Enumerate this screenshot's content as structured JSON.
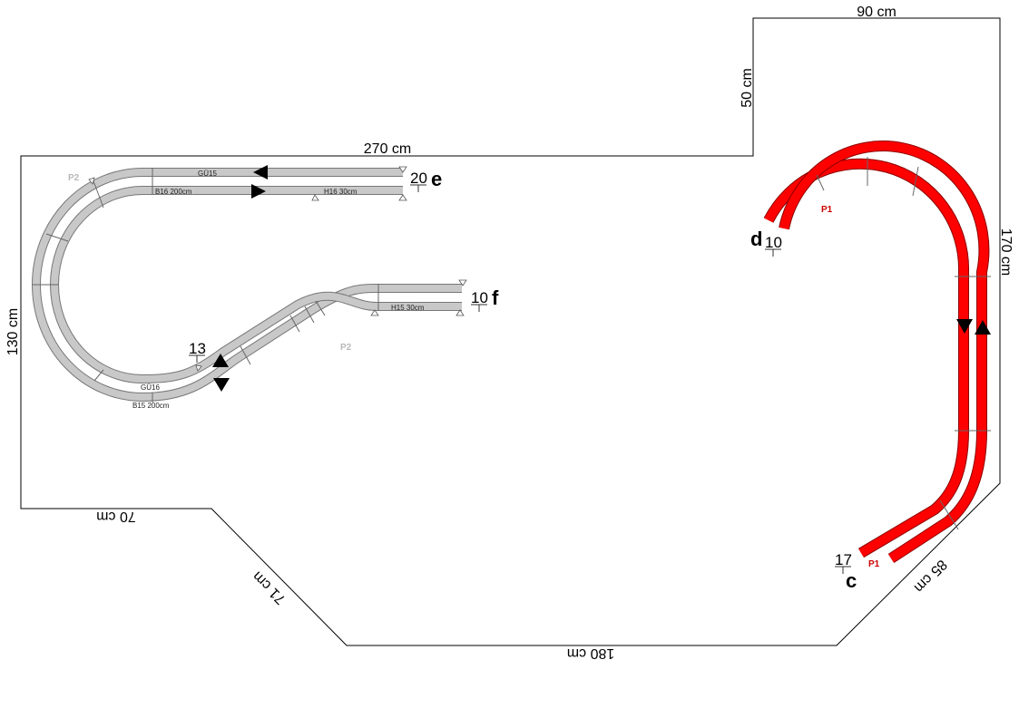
{
  "dimensions": {
    "top_left": "270 cm",
    "top_right": "90 cm",
    "step": "50 cm",
    "right": "170 cm",
    "diag_right": "85 cm",
    "bottom": "180 cm",
    "diag_left": "71 cm",
    "bottom_left": "70 cm",
    "left": "130 cm"
  },
  "track_labels": {
    "gu15": "GÜ15",
    "b16": "B16 200cm",
    "h16": "H16 30cm",
    "h15": "H15 30cm",
    "gu16": "GÜ16",
    "b15": "B15 200cm"
  },
  "markers": {
    "e_num": "20",
    "e_letter": "e",
    "f_num": "10",
    "f_letter": "f",
    "m13": "13",
    "d_letter": "d",
    "d_num": "10",
    "c_num": "17",
    "c_letter": "c"
  },
  "platforms": {
    "p2_top": "P2",
    "p2_mid": "P2",
    "p1_top": "P1",
    "p1_bottom": "P1"
  },
  "colors": {
    "active_track": "#ff0000",
    "inactive_track": "#c8c8c8",
    "platform_p2": "#b8b8b8",
    "platform_p1": "#cc0000"
  }
}
